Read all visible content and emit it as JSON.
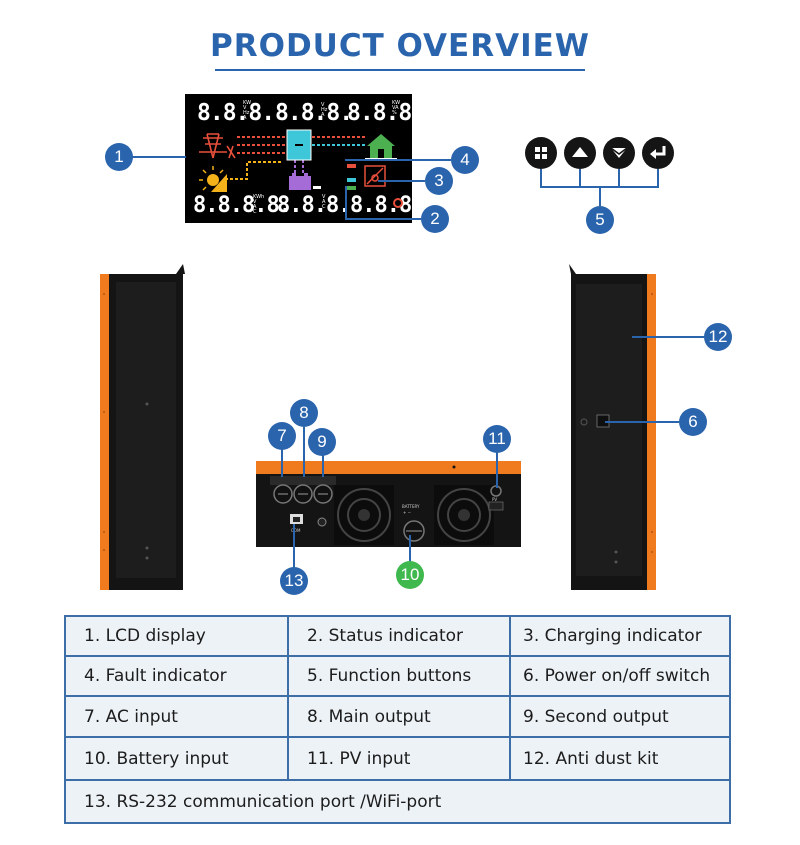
{
  "title": "PRODUCT OVERVIEW",
  "lcd": {
    "top_left": "8.8.8.",
    "top_left_units": [
      "KW",
      "V",
      "Hz",
      "A"
    ],
    "top_mid": "8.8.8.",
    "top_mid_units": [
      "V",
      "Hz",
      "A"
    ],
    "top_right": "8.8.8.",
    "top_right_units": [
      "KW",
      "VA",
      "%"
    ],
    "bottom_left": "8.8.8.8.",
    "bottom_left_units": [
      "KWh",
      "V",
      "A",
      "C"
    ],
    "bottom_mid": "8.8.8.",
    "bottom_mid_units": [
      "V",
      "A",
      "C"
    ],
    "bottom_right": "8.8.8"
  },
  "callouts": [
    "1",
    "2",
    "3",
    "4",
    "5",
    "6",
    "7",
    "8",
    "9",
    "10",
    "11",
    "12",
    "13"
  ],
  "panel_labels": {
    "battery": "BATTERY",
    "battery_polarity": "+  −",
    "comm": "COM",
    "pv": "PV"
  },
  "icons": [
    "grid-tower-icon",
    "sun-icon",
    "house-icon",
    "battery-icon",
    "inverter-icon",
    "fault-icon",
    "menu-button-icon",
    "up-button-icon",
    "down-button-icon",
    "enter-button-icon",
    "fan-icon"
  ],
  "colors": {
    "accent": "#2a64ad",
    "orange": "#f07b1e",
    "device_black": "#141414"
  },
  "table": {
    "rows": [
      [
        "1. LCD display",
        "2. Status indicator",
        "3. Charging indicator"
      ],
      [
        "4. Fault indicator",
        "5. Function buttons",
        "6. Power on/off switch"
      ],
      [
        "7. AC input",
        "8. Main output",
        "9. Second output"
      ],
      [
        "10. Battery input",
        "11. PV input",
        "12. Anti dust kit"
      ]
    ],
    "last_row": "13. RS-232 communication port /WiFi-port"
  }
}
